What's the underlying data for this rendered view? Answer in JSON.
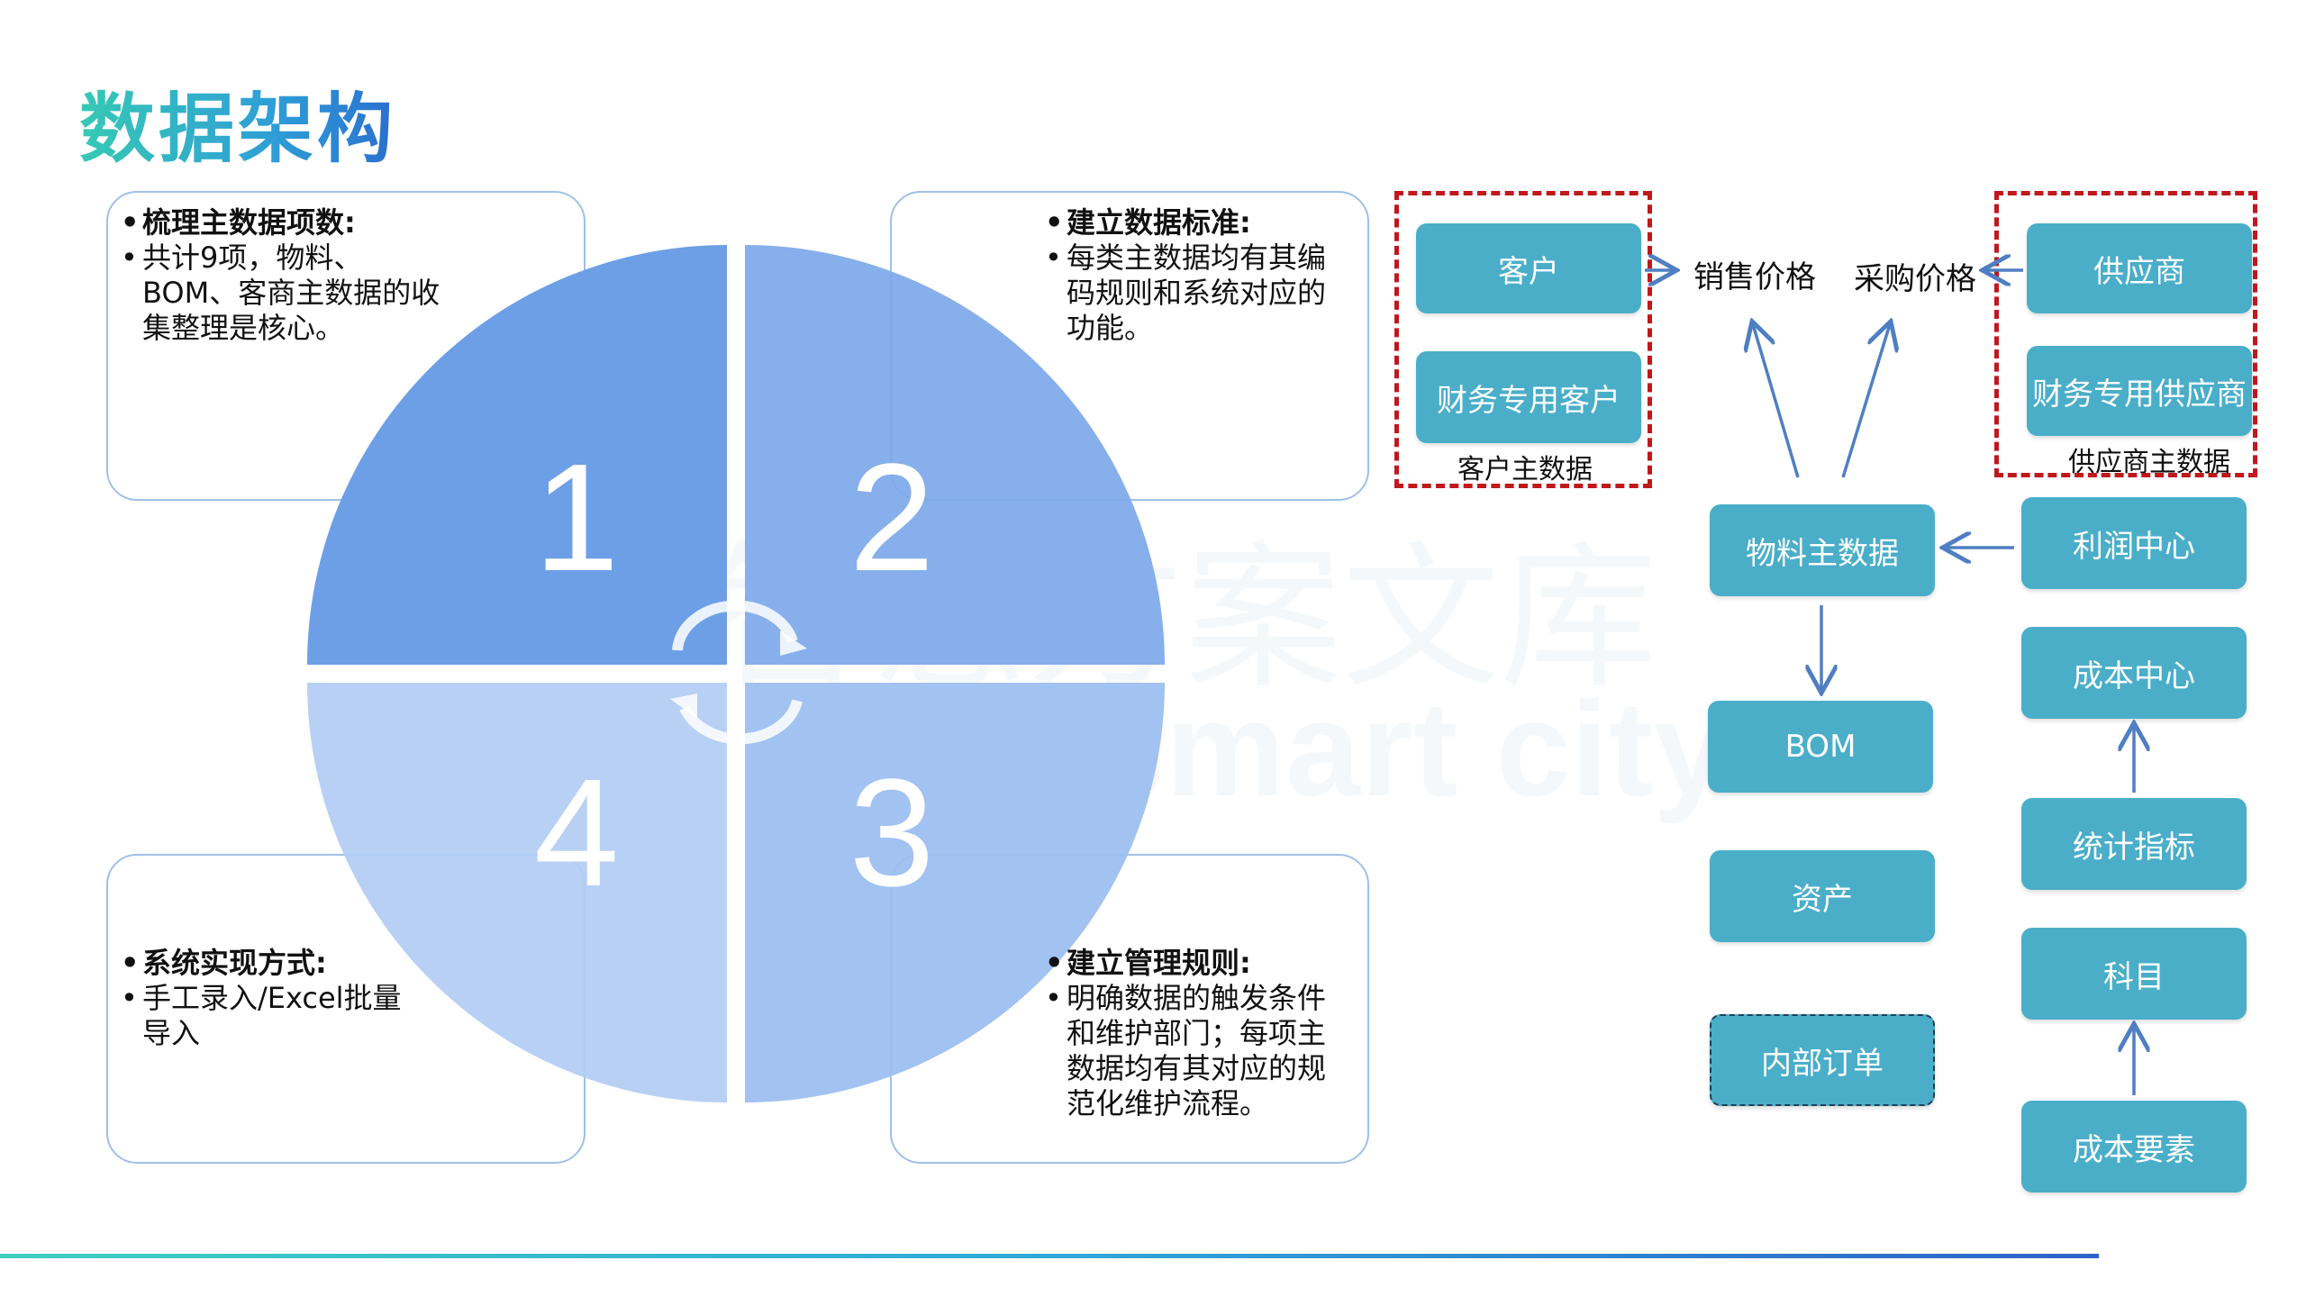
{
  "title": "数据架构",
  "watermark": {
    "cn": "智慧方案文库",
    "en": "smart city"
  },
  "quadrants": [
    {
      "number": "1",
      "head": "梳理主数据项数:",
      "body": "共计9项，物料、BOM、客商主数据的收集整理是核心。"
    },
    {
      "number": "2",
      "head": "建立数据标准:",
      "body": "每类主数据均有其编码规则和系统对应的功能。"
    },
    {
      "number": "3",
      "head": "建立管理规则:",
      "body": "明确数据的触发条件和维护部门；每项主数据均有其对应的规范化维护流程。"
    },
    {
      "number": "4",
      "head": "系统实现方式:",
      "body": "手工录入/Excel批量导入"
    }
  ],
  "flow": {
    "customer": "客户",
    "finance_customer": "财务专用客户",
    "customer_master": "客户主数据",
    "sales_price": "销售价格",
    "purchase_price": "采购价格",
    "supplier": "供应商",
    "finance_supplier": "财务专用供应商",
    "supplier_master": "供应商主数据",
    "material_master": "物料主数据",
    "bom": "BOM",
    "asset": "资产",
    "internal_order": "内部订单",
    "profit_center": "利润中心",
    "cost_center": "成本中心",
    "stat_indicator": "统计指标",
    "account": "科目",
    "cost_element": "成本要素"
  },
  "colors": {
    "quad1": "#6d9fe6",
    "quad2": "#7ea9ea",
    "quad3": "#9bbdf0",
    "quad4": "#b2ccf3",
    "box": "#4aaec9",
    "dash": "#c0181c",
    "arrow": "#4f7fc2"
  }
}
